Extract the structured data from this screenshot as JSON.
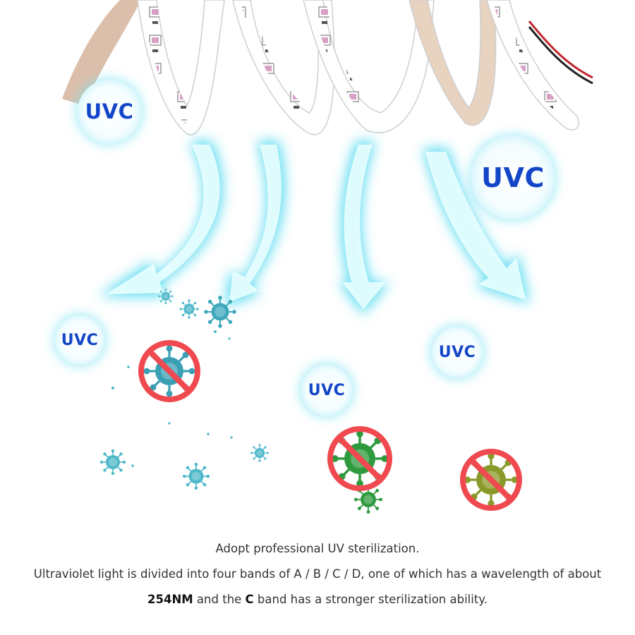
{
  "bubbles": [
    "UVC",
    "UVC",
    "UVC",
    "UVC",
    "UVC"
  ],
  "caption": {
    "line1": "Adopt professional UV sterilization.",
    "line2": "Ultraviolet light is divided into four bands of A / B / C / D, one of which has a wavelength of about",
    "line3_bold1": "254NM",
    "line3_mid": " and the ",
    "line3_bold2": "C",
    "line3_end": " band has a stronger sterilization ability."
  },
  "colors": {
    "uvc_text": "#1446c8",
    "glow": "#5fe3f3",
    "prohibit": "#f0494f",
    "virus_blue": "#4fb8c9",
    "virus_green": "#2e9a3e",
    "virus_olive": "#8a9a2a"
  },
  "icons": [
    "led-strip",
    "uv-arrow",
    "virus-icon",
    "prohibited-icon"
  ]
}
